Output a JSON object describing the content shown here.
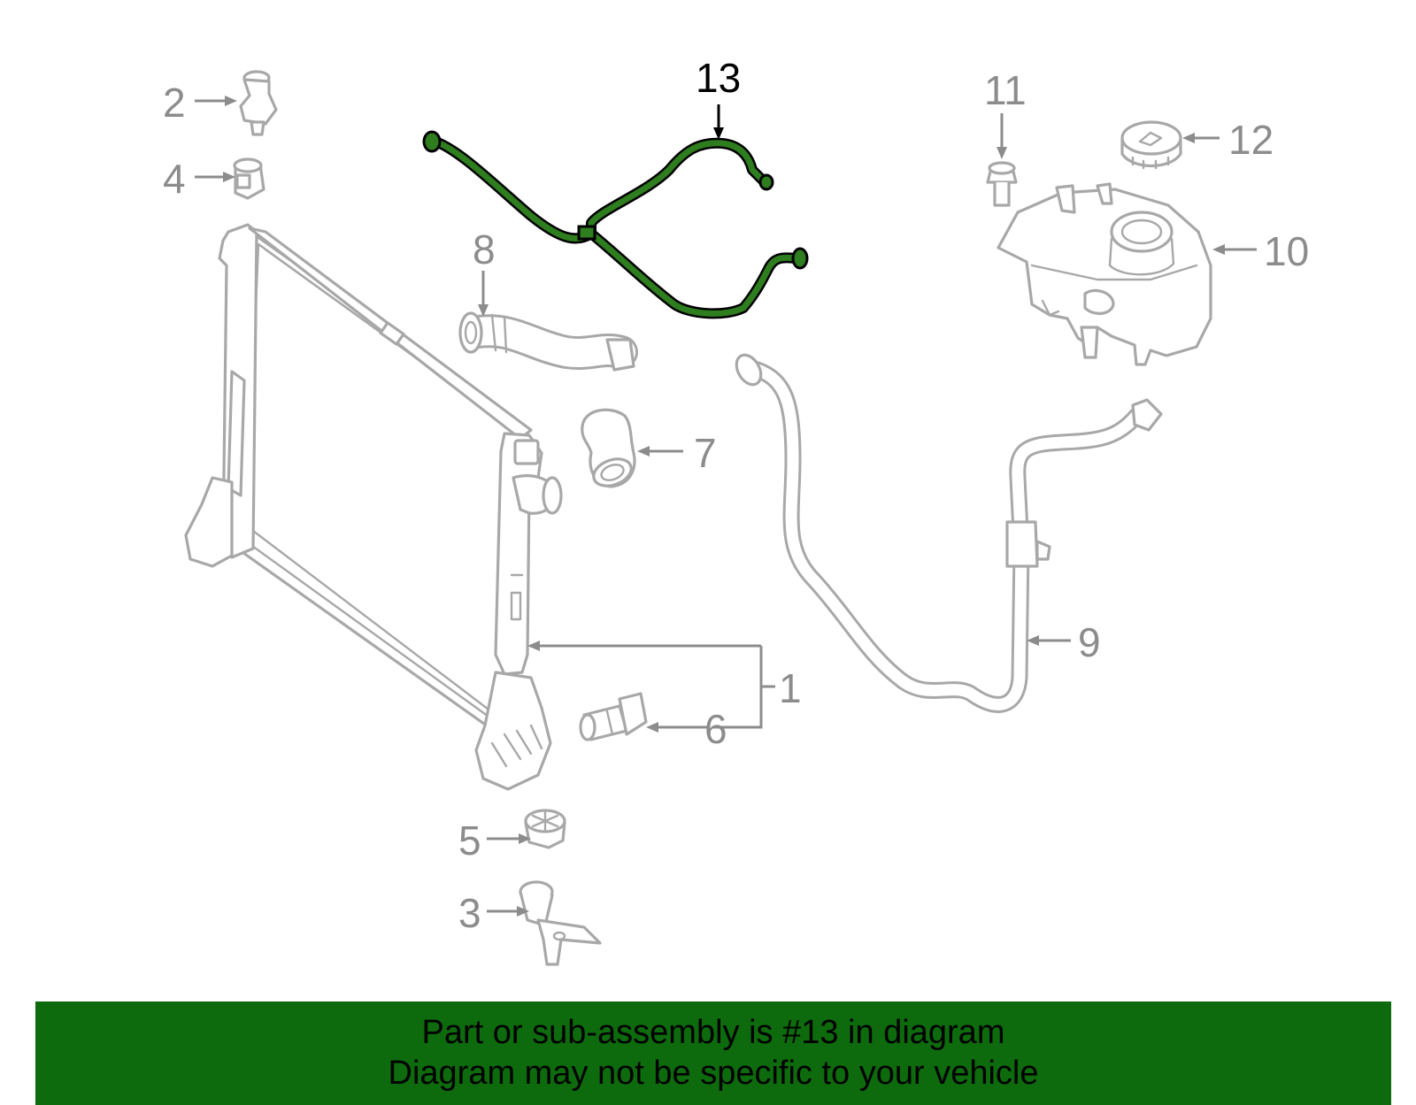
{
  "diagram": {
    "highlight_color": "#2e7d1e",
    "line_color": "#a8a8a8",
    "callouts": [
      {
        "id": "1",
        "label": "1"
      },
      {
        "id": "2",
        "label": "2"
      },
      {
        "id": "3",
        "label": "3"
      },
      {
        "id": "4",
        "label": "4"
      },
      {
        "id": "5",
        "label": "5"
      },
      {
        "id": "6",
        "label": "6"
      },
      {
        "id": "7",
        "label": "7"
      },
      {
        "id": "8",
        "label": "8"
      },
      {
        "id": "9",
        "label": "9"
      },
      {
        "id": "10",
        "label": "10"
      },
      {
        "id": "11",
        "label": "11"
      },
      {
        "id": "12",
        "label": "12"
      },
      {
        "id": "13",
        "label": "13",
        "highlighted": true
      }
    ]
  },
  "banner": {
    "background": "#0d6b0d",
    "line1": "Part or sub-assembly is #13 in diagram",
    "line2": "Diagram may not be specific to your vehicle"
  }
}
